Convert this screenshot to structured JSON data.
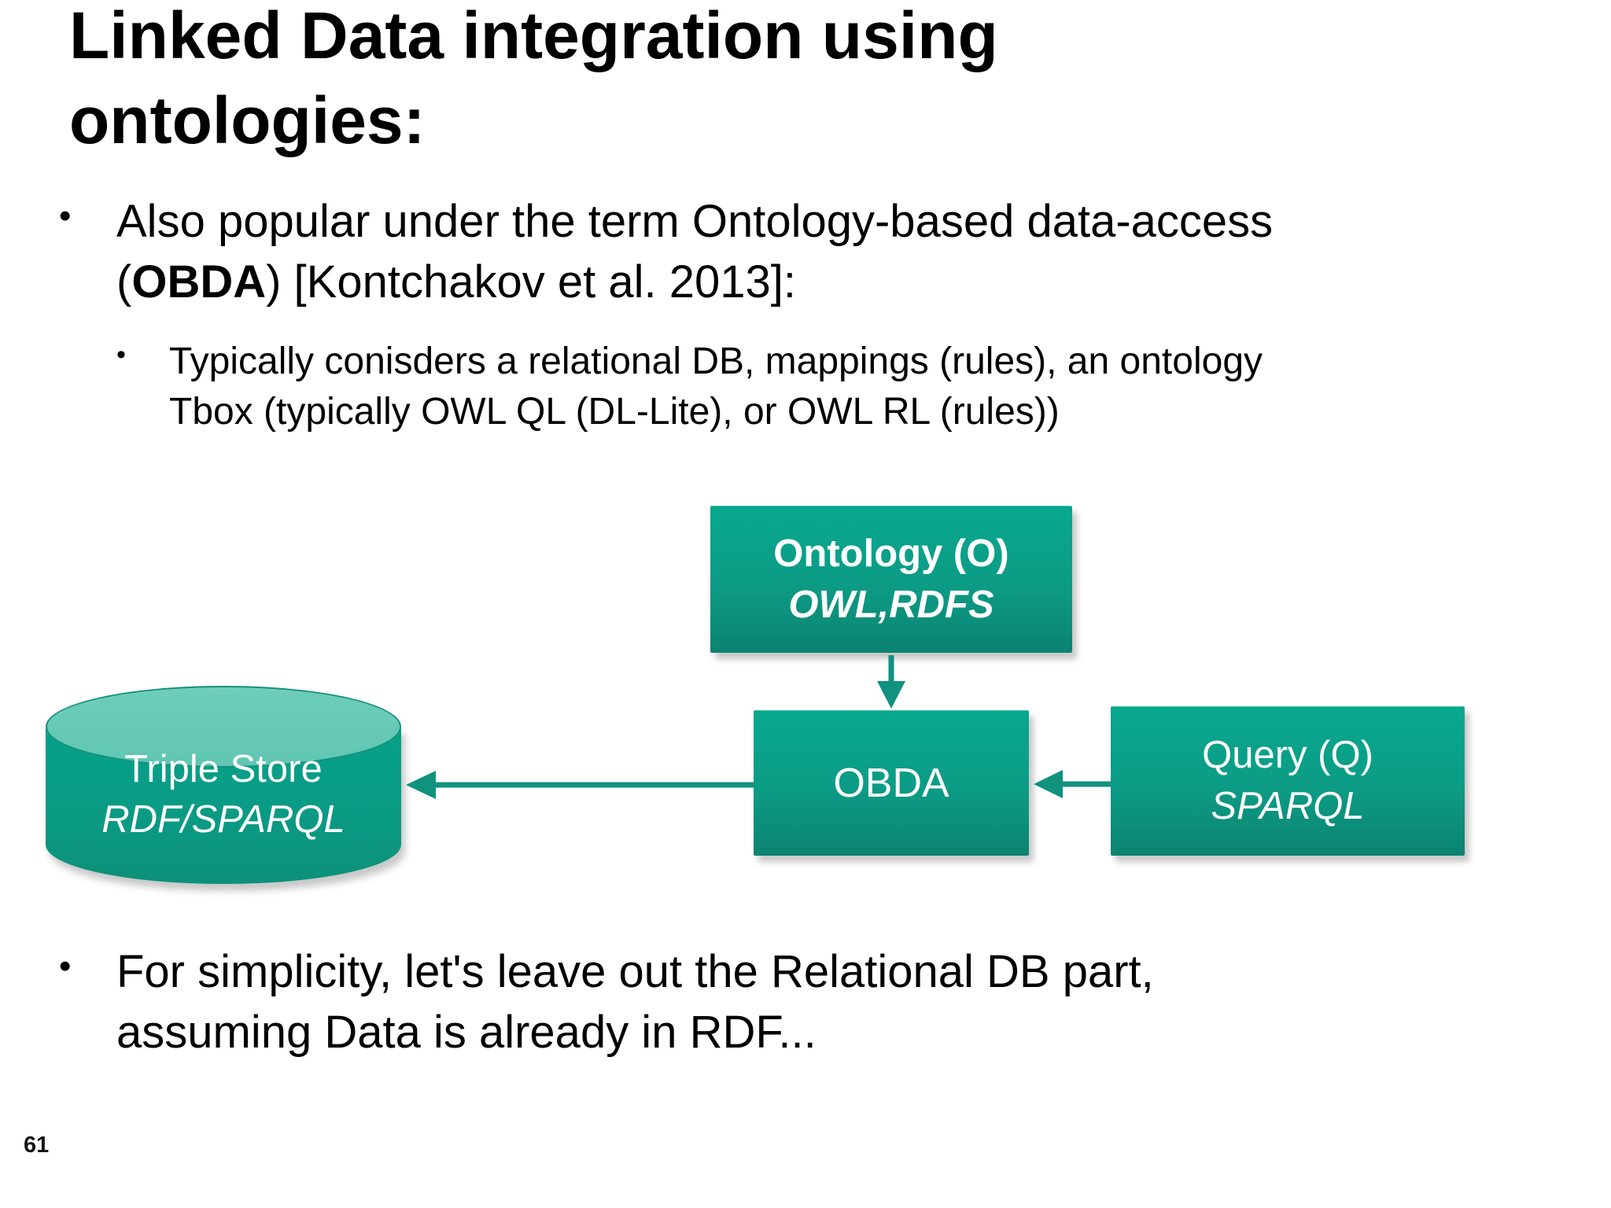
{
  "slide": {
    "title": {
      "line1": "Linked Data integration using",
      "line2": "ontologies:"
    },
    "bullets": {
      "marker_l1": "•",
      "marker_l2": "•",
      "b1": {
        "line1": "Also popular under the term Ontology-based data-access",
        "line2_pre": "(",
        "line2_bold": "OBDA",
        "line2_post": ") [Kontchakov et al. 2013]:"
      },
      "b1_sub": {
        "line1": "Typically conisders a relational DB, mappings (rules), an ontology",
        "line2": "Tbox (typically OWL QL (DL-Lite), or OWL RL (rules))"
      },
      "b2": {
        "line1": "For simplicity, let's leave out the Relational DB part,",
        "line2": "assuming Data is already in RDF..."
      }
    },
    "page_number": "61"
  },
  "diagram": {
    "ontology_box": {
      "line1": "Ontology (O)",
      "line2": "OWL,RDFS"
    },
    "obda_box": {
      "label": "OBDA"
    },
    "query_box": {
      "line1": "Query (Q)",
      "line2": "SPARQL"
    },
    "triple_store": {
      "line1": "Triple Store",
      "line2": "RDF/SPARQL"
    },
    "colors": {
      "box_teal_top": "#08a88f",
      "box_teal_bottom": "#0b8370",
      "cylinder_top": "#63c8b4",
      "arrow": "#10927f",
      "text_on_teal": "#ffffff"
    }
  }
}
